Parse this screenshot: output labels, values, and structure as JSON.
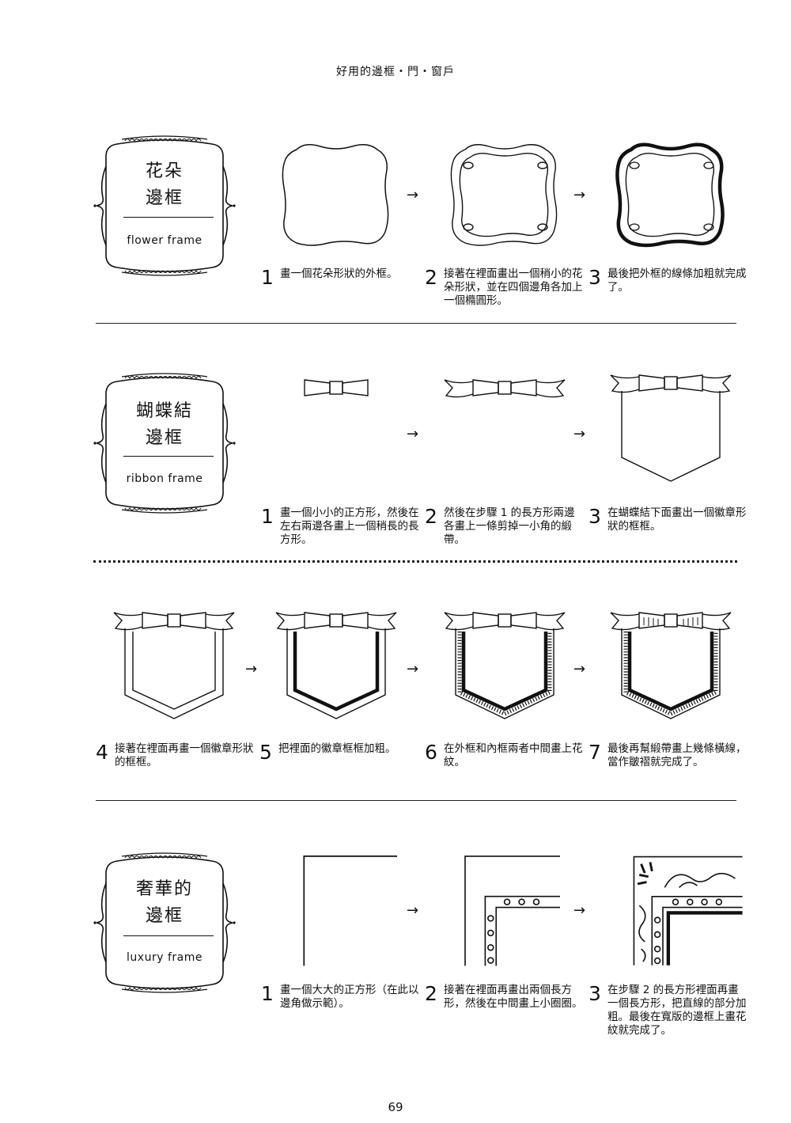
{
  "header": {
    "running_head": "好用的邊框・門・窗戶"
  },
  "page_number": "69",
  "arrow_symbol": "→",
  "sections": [
    {
      "title_line1": "花朵",
      "title_line2": "邊框",
      "title_en": "flower frame",
      "steps": [
        {
          "num": "1",
          "text": "畫一個花朵形狀的外框。"
        },
        {
          "num": "2",
          "text": "接著在裡面畫出一個稍小的花朵形狀，並在四個邊角各加上一個橢圓形。"
        },
        {
          "num": "3",
          "text": "最後把外框的線條加粗就完成了。"
        }
      ]
    },
    {
      "title_line1": "蝴蝶結",
      "title_line2": "邊框",
      "title_en": "ribbon frame",
      "steps": [
        {
          "num": "1",
          "text": "畫一個小小的正方形，然後在左右兩邊各畫上一個稍長的長方形。"
        },
        {
          "num": "2",
          "text": "然後在步驟 1 的長方形兩邊各畫上一條剪掉一小角的緞帶。"
        },
        {
          "num": "3",
          "text": "在蝴蝶結下面畫出一個徽章形狀的框框。"
        }
      ]
    },
    {
      "steps": [
        {
          "num": "4",
          "text": "接著在裡面再畫一個徽章形狀的框框。"
        },
        {
          "num": "5",
          "text": "把裡面的徽章框框加粗。"
        },
        {
          "num": "6",
          "text": "在外框和內框兩者中間畫上花紋。"
        },
        {
          "num": "7",
          "text": "最後再幫緞帶畫上幾條橫線，當作皺褶就完成了。"
        }
      ]
    },
    {
      "title_line1": "奢華的",
      "title_line2": "邊框",
      "title_en": "luxury frame",
      "steps": [
        {
          "num": "1",
          "text": "畫一個大大的正方形（在此以邊角做示範）。"
        },
        {
          "num": "2",
          "text": "接著在裡面再畫出兩個長方形，然後在中間畫上小圈圈。"
        },
        {
          "num": "3",
          "text": "在步驟 2 的長方形裡面再畫一個長方形，把直線的部分加粗。最後在寬版的邊框上畫花紋就完成了。"
        }
      ]
    }
  ]
}
